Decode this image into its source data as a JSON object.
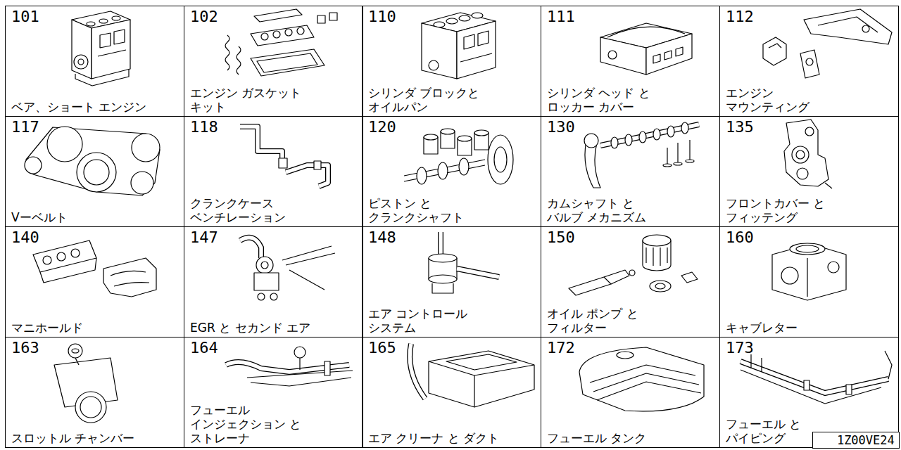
{
  "diagram": {
    "nodes": [
      {
        "text": [
          "101",
          "ベア、ショート エンジン"
        ]
      },
      {
        "text": [
          "102",
          "エンジン ガスケット キット"
        ]
      },
      {
        "text": [
          "110",
          "シリンダ ブロックと オイルパン"
        ]
      },
      {
        "text": [
          "111",
          "シリンダ ヘッド と ロッカー カバー"
        ]
      },
      {
        "text": [
          "112",
          "エンジン マウンティング"
        ]
      },
      {
        "text": [
          "117",
          "Vーベルト"
        ]
      },
      {
        "text": [
          "118",
          "クランクケース ベンチレーション"
        ]
      },
      {
        "text": [
          "120",
          "ピストン と クランクシャフト"
        ]
      },
      {
        "text": [
          "130",
          "カムシャフト と バルブ メカニズム"
        ]
      },
      {
        "text": [
          "135",
          "フロントカバー と フィッテング"
        ]
      },
      {
        "text": [
          "140",
          "マニホールド"
        ]
      },
      {
        "text": [
          "147",
          "EGR と セカンド エア"
        ]
      },
      {
        "text": [
          "148",
          "エア コントロール システム"
        ]
      },
      {
        "text": [
          "150",
          "オイル ポンプ と フィルター"
        ]
      },
      {
        "text": [
          "160",
          "キャブレター"
        ]
      },
      {
        "text": [
          "163",
          "スロットル チャンバー"
        ]
      },
      {
        "text": [
          "164",
          "フューエル インジェクション と ストレーナ"
        ]
      },
      {
        "text": [
          "165",
          "エア クリーナ と ダクト"
        ]
      },
      {
        "text": [
          "172",
          "フューエル タンク"
        ]
      },
      {
        "text": [
          "173",
          "フューエル と パイピング"
        ]
      },
      {
        "text": [
          "1Z00VE24"
        ],
        "in": 19
      }
    ]
  }
}
